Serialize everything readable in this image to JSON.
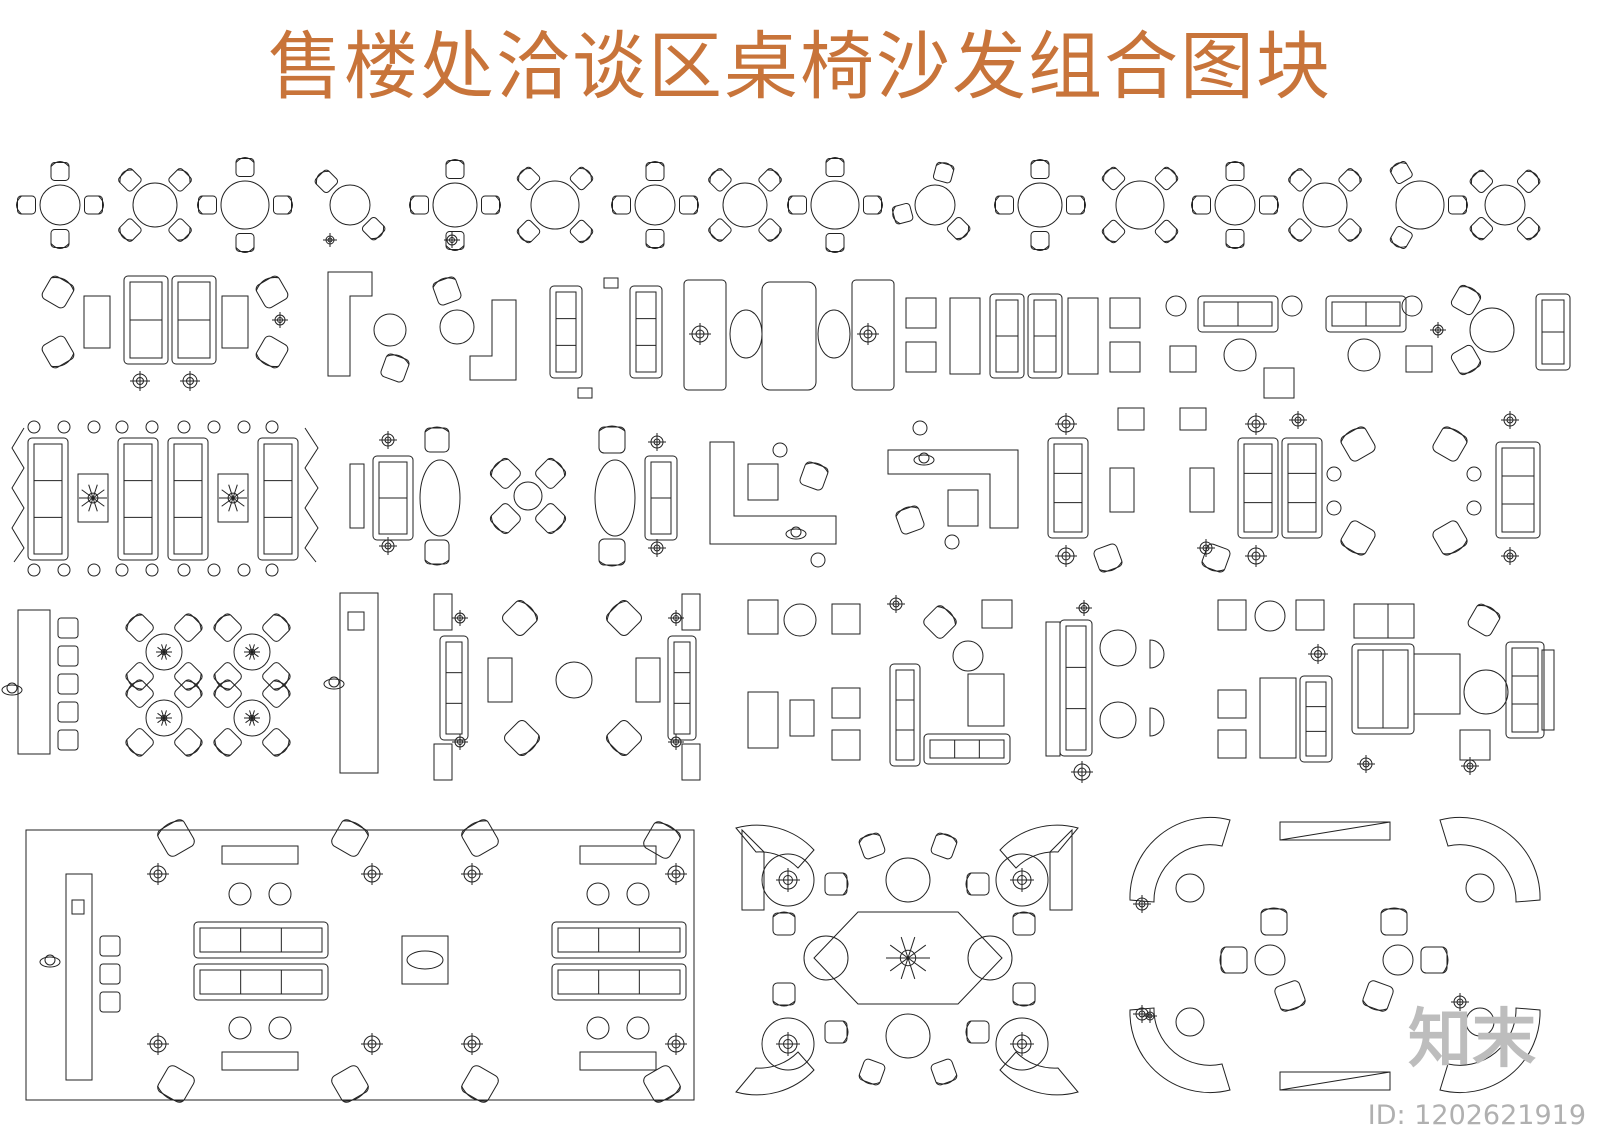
{
  "title": "售楼处洽谈区桌椅沙发组合图块",
  "brand": "知末",
  "id_label": "ID: 1202621919",
  "colors": {
    "title": "#c8743a",
    "line": "#222222",
    "watermark": "#c9c9c9"
  },
  "icons": [
    "table-set-icon",
    "sofa-set-icon",
    "lounge-chair-icon",
    "person-icon",
    "plant-icon",
    "lamp-icon"
  ]
}
